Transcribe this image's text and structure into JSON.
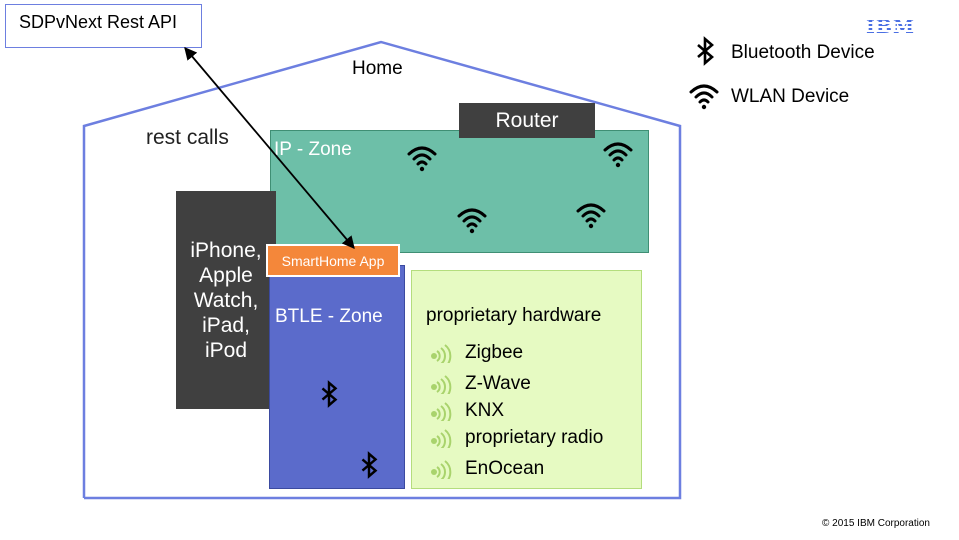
{
  "api_box": {
    "label": "SDPvNext Rest API"
  },
  "logo": {
    "text": "IBM"
  },
  "legend": {
    "bluetooth_label": "Bluetooth Device",
    "wlan_label": "WLAN Device"
  },
  "house": {
    "label": "Home"
  },
  "rest_calls": "rest calls",
  "router": "Router",
  "ip_zone": {
    "label": "IP - Zone"
  },
  "devices": [
    "iPhone,",
    "Apple",
    "Watch,",
    "iPad,",
    "iPod"
  ],
  "smarthome_app": "SmartHome App",
  "btle_zone": {
    "label": "BTLE - Zone"
  },
  "proprietary": {
    "title": "proprietary hardware",
    "items": [
      "Zigbee",
      "Z-Wave",
      "KNX",
      "proprietary radio",
      "EnOcean"
    ]
  },
  "footer": "© 2015 IBM Corporation",
  "colors": {
    "house_outline": "#6d7fe0",
    "ip_zone": "#6dbfa8",
    "btle_zone": "#5b6bcb",
    "proprietary_zone": "#e6fac2",
    "smarthome_app": "#f4873a",
    "dark_box": "#404040"
  }
}
